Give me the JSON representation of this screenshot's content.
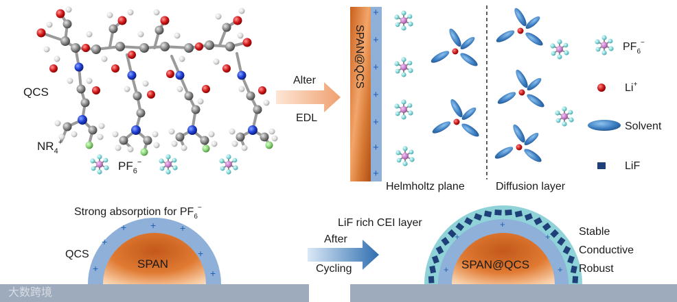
{
  "top_left": {
    "qcs_label": "QCS",
    "nr4_label": "NR",
    "nr4_sub": "4",
    "nr4_sup": "+",
    "pf6_label": "PF",
    "pf6_sub": "6",
    "pf6_sup": "−"
  },
  "top_arrow": {
    "line1": "Alter",
    "line2": "EDL"
  },
  "edl": {
    "electrode_label": "SPAN@QCS",
    "plus_sign": "+",
    "helmholtz_label": "Helmholtz plane",
    "diffusion_label": "Diffusion layer"
  },
  "legend": {
    "pf6_label": "PF",
    "pf6_sub": "6",
    "pf6_sup": "−",
    "li_label": "Li",
    "li_sup": "+",
    "solvent_label": "Solvent",
    "lif_label": "LiF"
  },
  "bottom_left": {
    "title_prefix": "Strong absorption for PF",
    "title_sub": "6",
    "title_sup": "−",
    "qcs_label": "QCS",
    "particle_label": "SPAN",
    "plus_sign": "+"
  },
  "bottom_arrow": {
    "line1": "After",
    "line2": "Cycling"
  },
  "bottom_right": {
    "cei_label": "LiF rich CEI layer",
    "particle_label": "SPAN@QCS",
    "prop1": "Stable",
    "prop2": "Conductive",
    "prop3": "Robust",
    "plus_sign": "+"
  },
  "watermark": {
    "text": "大数跨境"
  },
  "colors": {
    "electrode_orange": "#d2691e",
    "qcs_layer_blue": "#8fb0d8",
    "plus_blue": "#1f5fb4",
    "pf6_p_pink": "#c77dc9",
    "pf6_f_cyan": "#7fd3d6",
    "li_red": "#d11d1d",
    "solvent_blue": "#3b7cc0",
    "lif_navy": "#1f3f78",
    "cei_cyan": "#8fd3d8",
    "substrate_grey": "#9eabbd",
    "arrow_orange": "#f0a070",
    "arrow_blue": "#2f6fb0"
  }
}
